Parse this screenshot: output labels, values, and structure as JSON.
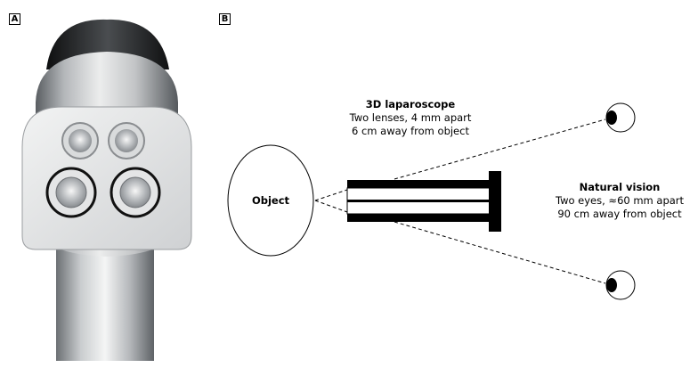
{
  "panels": {
    "a_label": "A",
    "b_label": "B"
  },
  "diagram": {
    "object_label": "Object",
    "laparoscope": {
      "title": "3D laparoscope",
      "line1": "Two lenses, 4 mm apart",
      "line2": "6 cm away from object"
    },
    "natural": {
      "title": "Natural vision",
      "line1": "Two eyes, ≈60 mm apart",
      "line2": "90 cm away from object"
    }
  }
}
